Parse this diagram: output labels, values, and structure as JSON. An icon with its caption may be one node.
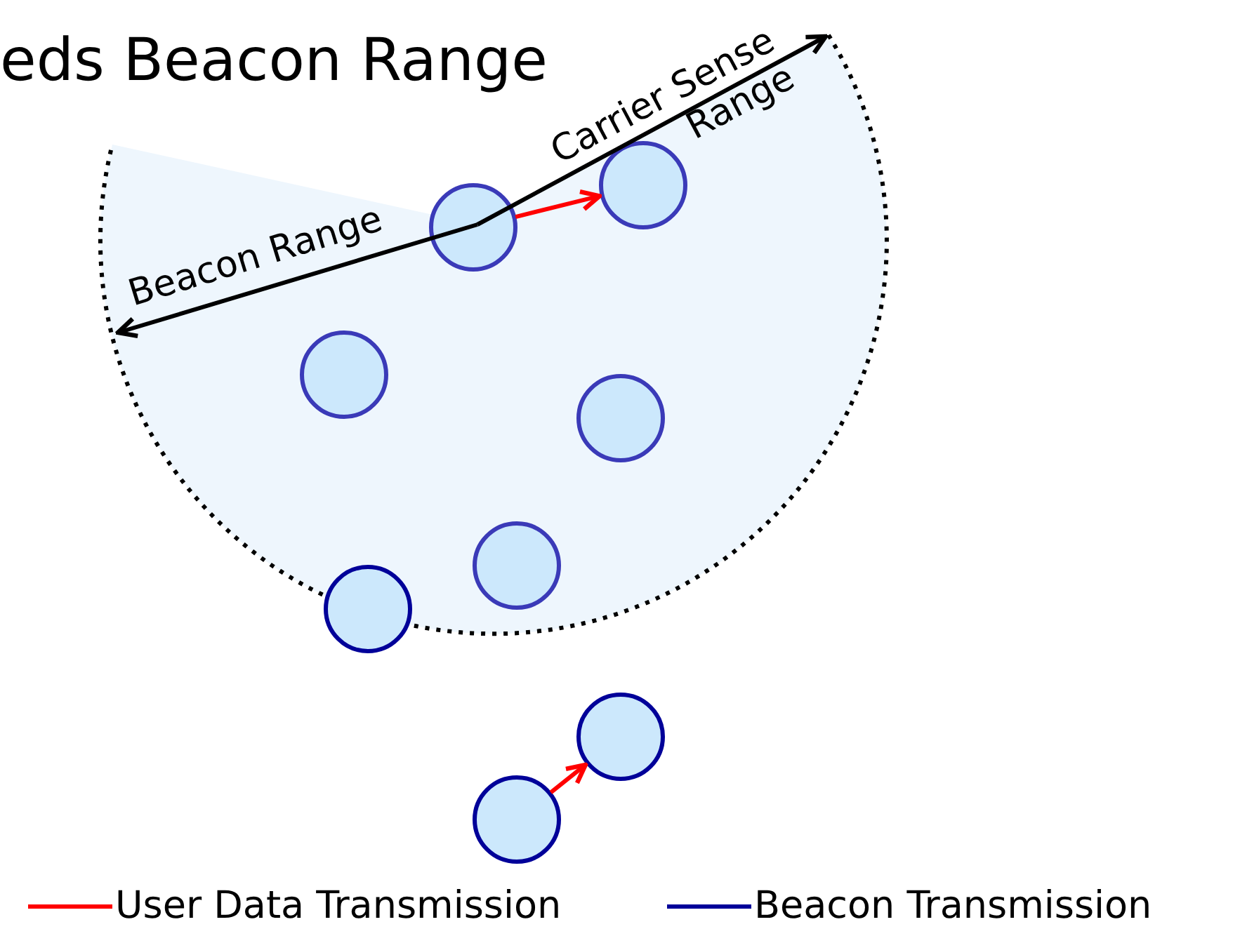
{
  "diagram": {
    "title": "eds Beacon Range",
    "nodes": [
      {
        "text": [],
        "shape": "circle"
      },
      {
        "text": [],
        "shape": "circle"
      },
      {
        "text": [],
        "shape": "circle"
      },
      {
        "text": [],
        "shape": "circle"
      },
      {
        "text": [],
        "shape": "circle"
      },
      {
        "text": [],
        "shape": "circle"
      },
      {
        "text": [],
        "shape": "circle"
      },
      {
        "text": [],
        "shape": "circle"
      }
    ],
    "edges": [
      {
        "from": 1,
        "to": 0,
        "arrow": "to"
      },
      {
        "from": 7,
        "to": 6,
        "arrow": "to"
      }
    ],
    "labels": [
      "Beacon Range",
      "Carrier Sense Range"
    ],
    "legend": [
      {
        "text": "User Data Transmission"
      },
      {
        "text": "Beacon Transmission"
      }
    ]
  }
}
